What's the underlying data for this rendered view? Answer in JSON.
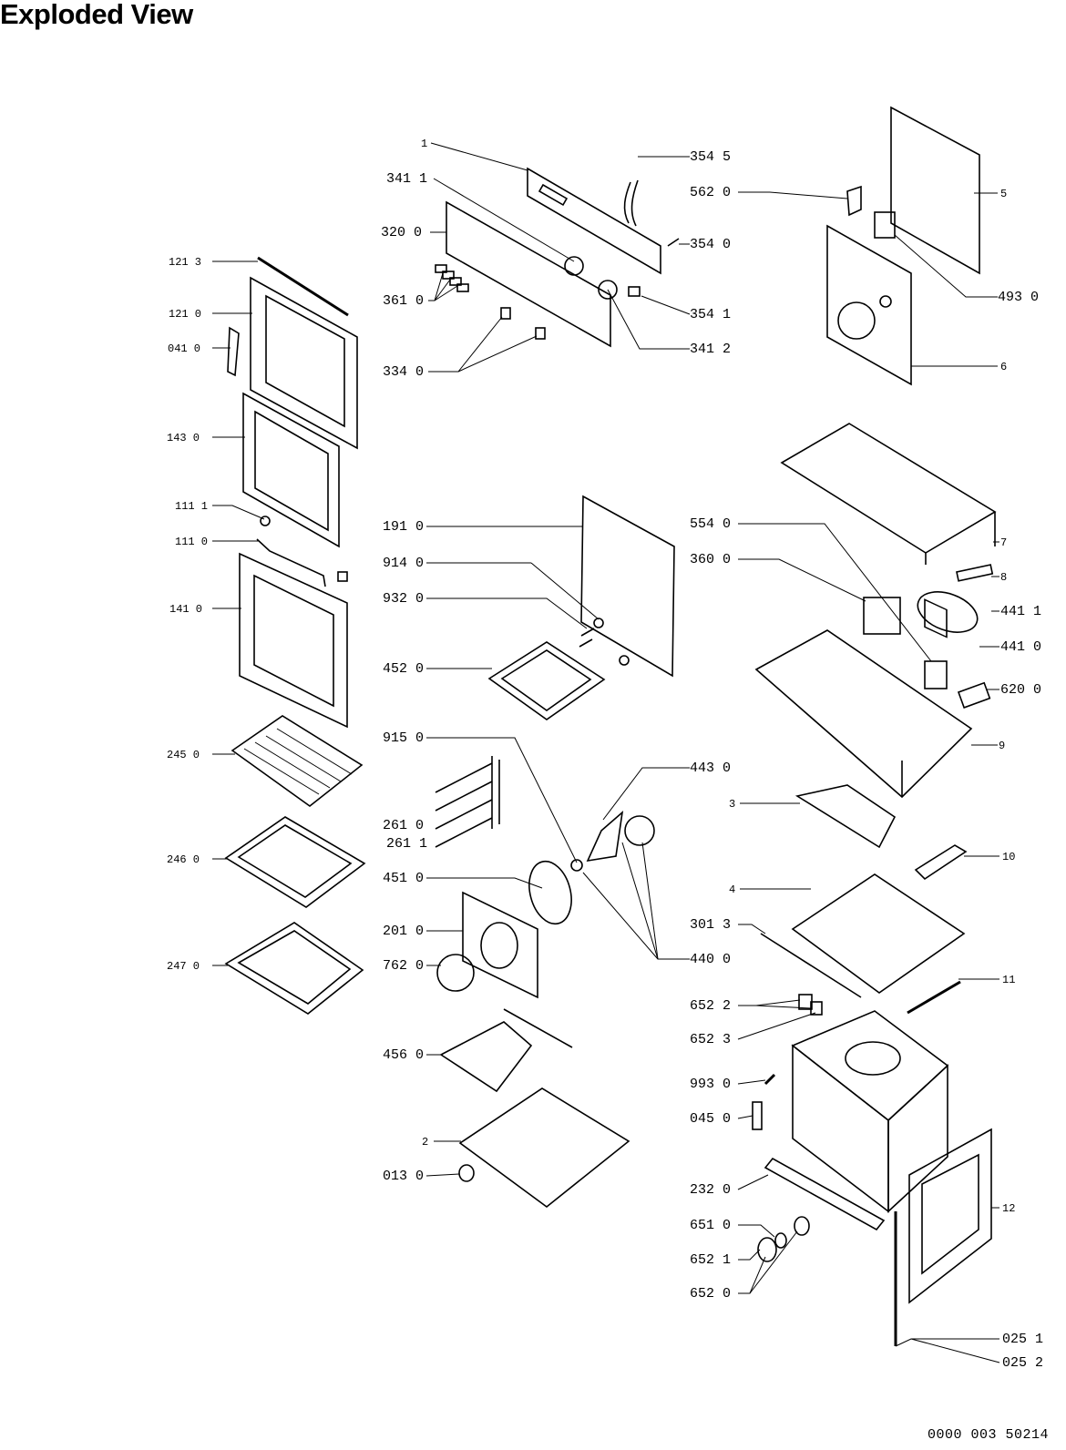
{
  "title": "Exploded View",
  "doc_id": "0000 003 50214",
  "labels": {
    "l_1": "1",
    "l_341_1": "341 1",
    "l_320_0": "320 0",
    "l_121_3": "121 3",
    "l_121_0": "121 0",
    "l_041_0": "041 0",
    "l_361_0": "361 0",
    "l_334_0": "334 0",
    "l_354_5": "354 5",
    "l_562_0": "562 0",
    "l_354_0": "354 0",
    "l_354_1": "354 1",
    "l_341_2": "341 2",
    "l_5": "5",
    "l_493_0": "493 0",
    "l_6": "6",
    "l_143_0": "143 0",
    "l_111_1": "111 1",
    "l_111_0": "111 0",
    "l_141_0": "141 0",
    "l_191_0": "191 0",
    "l_914_0": "914 0",
    "l_932_0": "932 0",
    "l_452_0": "452 0",
    "l_554_0": "554 0",
    "l_360_0": "360 0",
    "l_7": "7",
    "l_8": "8",
    "l_441_1": "441 1",
    "l_441_0": "441 0",
    "l_620_0": "620 0",
    "l_9": "9",
    "l_245_0": "245 0",
    "l_915_0": "915 0",
    "l_443_0": "443 0",
    "l_3": "3",
    "l_261_0": "261 0",
    "l_261_1": "261 1",
    "l_246_0": "246 0",
    "l_451_0": "451 0",
    "l_10": "10",
    "l_4": "4",
    "l_201_0": "201 0",
    "l_301_3": "301 3",
    "l_247_0": "247 0",
    "l_762_0": "762 0",
    "l_440_0": "440 0",
    "l_11": "11",
    "l_652_2": "652 2",
    "l_652_3": "652 3",
    "l_456_0": "456 0",
    "l_993_0": "993 0",
    "l_045_0": "045 0",
    "l_2": "2",
    "l_013_0": "013 0",
    "l_232_0": "232 0",
    "l_12": "12",
    "l_651_0": "651 0",
    "l_652_1": "652 1",
    "l_652_0": "652 0",
    "l_025_1": "025 1",
    "l_025_2": "025 2"
  }
}
